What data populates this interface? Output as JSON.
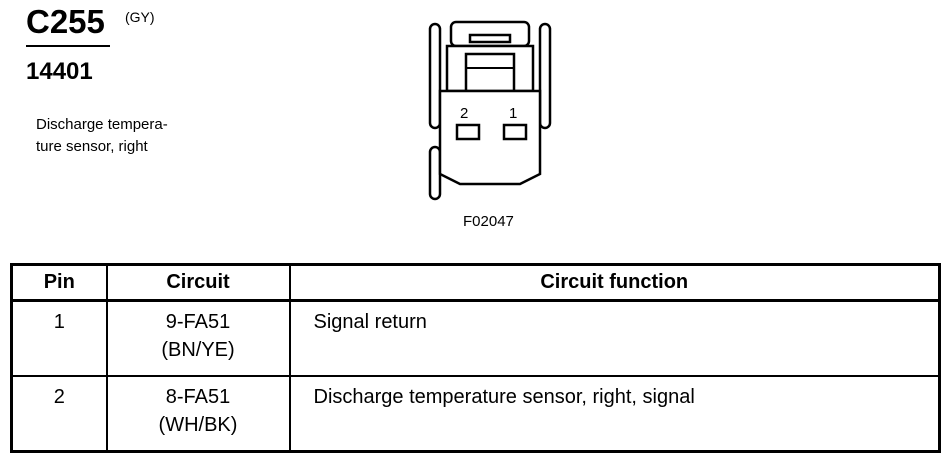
{
  "connector": {
    "id": "C255",
    "color_code": "(GY)",
    "part_number": "14401",
    "description_lines": [
      "Discharge tempera-",
      "ture sensor, right"
    ]
  },
  "diagram": {
    "pin_labels": [
      "2",
      "1"
    ],
    "figure_code": "F02047"
  },
  "table": {
    "headers": [
      "Pin",
      "Circuit",
      "Circuit function"
    ],
    "rows": [
      {
        "pin": "1",
        "circuit": "9-FA51",
        "wire_color": "(BN/YE)",
        "function": "Signal return"
      },
      {
        "pin": "2",
        "circuit": "8-FA51",
        "wire_color": "(WH/BK)",
        "function": "Discharge temperature sensor, right, signal"
      }
    ]
  }
}
